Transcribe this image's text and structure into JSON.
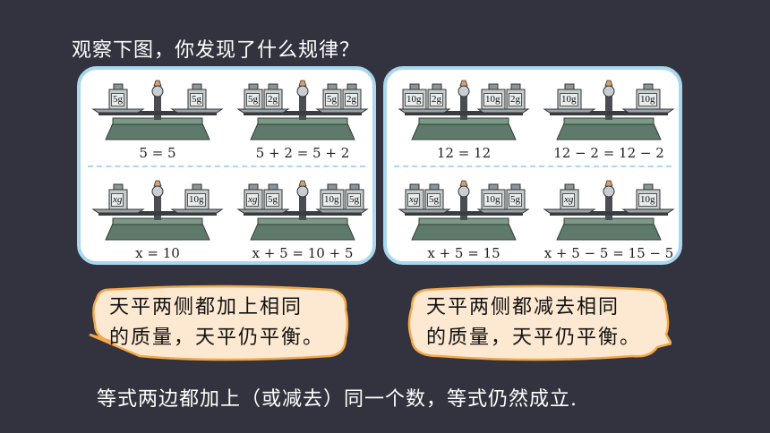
{
  "title": "观察下图，你发现了什么规律？",
  "panels": [
    {
      "cells": [
        {
          "equation": "5 = 5",
          "left": [
            "5g"
          ],
          "right": [
            "5g"
          ]
        },
        {
          "equation": "5 + 2 = 5 + 2",
          "left": [
            "5g",
            "2g"
          ],
          "right": [
            "5g",
            "2g"
          ]
        },
        {
          "equation": "x = 10",
          "left": [
            "xg"
          ],
          "right": [
            "10g"
          ]
        },
        {
          "equation": "x + 5 = 10 + 5",
          "left": [
            "xg",
            "5g"
          ],
          "right": [
            "10g",
            "5g"
          ]
        }
      ]
    },
    {
      "cells": [
        {
          "equation": "12 = 12",
          "left": [
            "10g",
            "2g"
          ],
          "right": [
            "10g",
            "2g"
          ]
        },
        {
          "equation": "12 − 2 = 12 − 2",
          "left": [
            "10g"
          ],
          "right": [
            "10g"
          ]
        },
        {
          "equation": "x + 5 = 15",
          "left": [
            "xg",
            "5g"
          ],
          "right": [
            "10g",
            "5g"
          ]
        },
        {
          "equation": "x + 5 − 5 = 15 − 5",
          "left": [
            "xg"
          ],
          "right": [
            "10g"
          ]
        }
      ]
    }
  ],
  "bubbles": [
    {
      "line1": "天平两侧都加上相同",
      "line2": "的质量，天平仍平衡。"
    },
    {
      "line1": "天平两侧都减去相同",
      "line2": "的质量，天平仍平衡。"
    }
  ],
  "footer": "等式两边都加上（或减去）同一个数，等式仍然成立.",
  "colors": {
    "background": "#33333f",
    "panel_border": "#a9d7ef",
    "bubble_fill": "#fde9d2",
    "bubble_border": "#f3a94b"
  }
}
